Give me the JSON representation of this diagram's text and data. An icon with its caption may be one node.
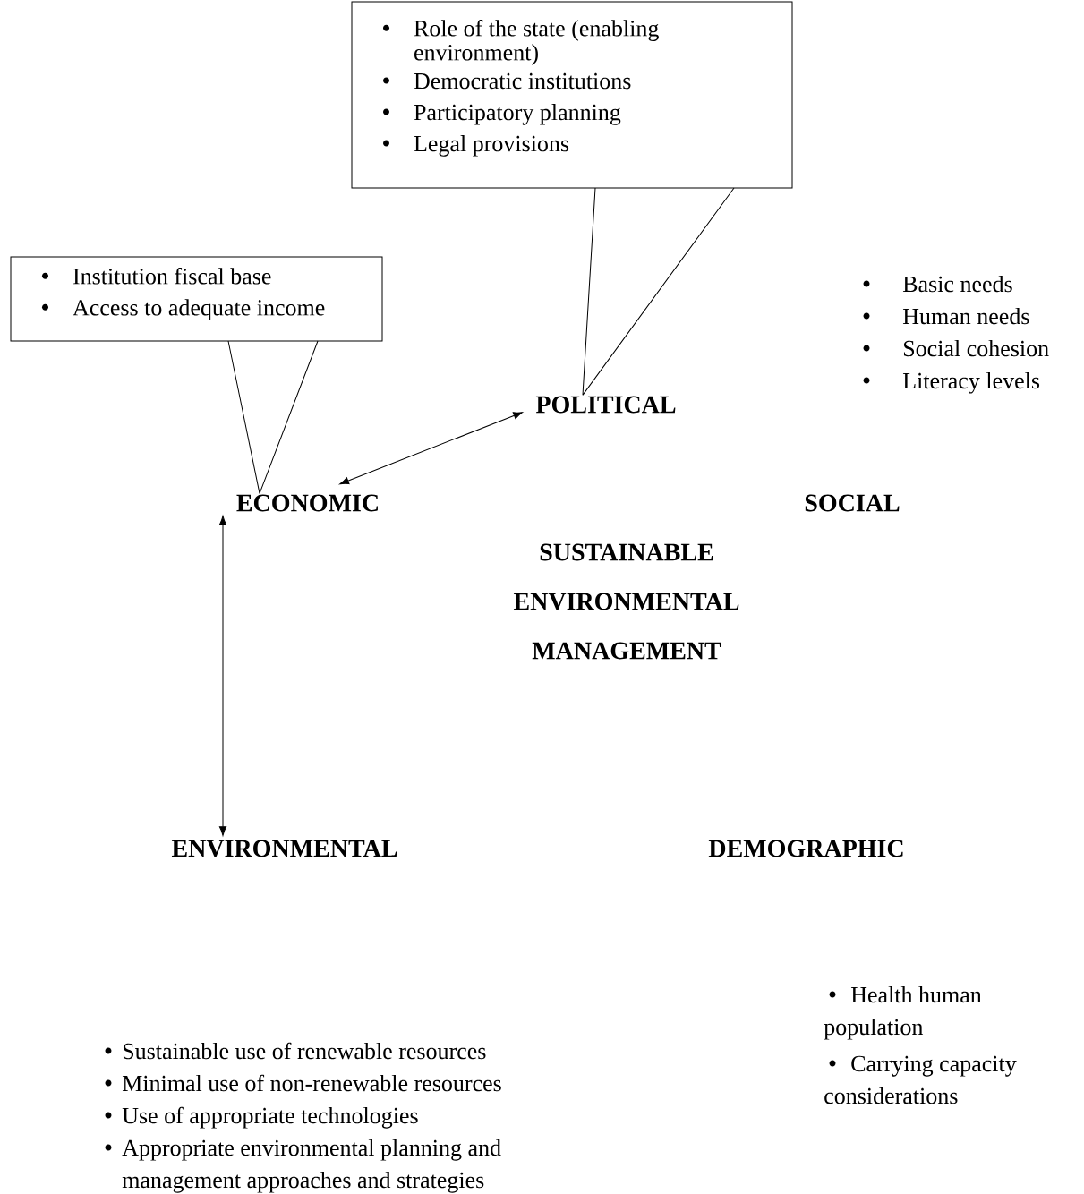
{
  "diagram": {
    "nodes": [
      {
        "text": [
          "Role of the state (enabling environment)",
          "Democratic institutions",
          "Participatory planning",
          "Legal provisions"
        ]
      },
      {
        "text": [
          "Institution fiscal base",
          "Access to adequate income"
        ]
      },
      {
        "text": [
          "POLITICAL"
        ]
      },
      {
        "text": [
          "ECONOMIC"
        ]
      },
      {
        "text": [
          "SOCIAL"
        ]
      },
      {
        "text": [
          "SUSTAINABLE ENVIRONMENTAL MANAGEMENT"
        ]
      },
      {
        "text": [
          "ENVIRONMENTAL"
        ]
      },
      {
        "text": [
          "DEMOGRAPHIC"
        ]
      }
    ],
    "edges": [
      {
        "from": 0,
        "to": 2,
        "arrow": "none"
      },
      {
        "from": 1,
        "to": 3,
        "arrow": "none"
      },
      {
        "from": 3,
        "to": 2,
        "arrow": "both"
      },
      {
        "from": 3,
        "to": 6,
        "arrow": "both"
      }
    ],
    "labels": [
      "Basic needs",
      "Human needs",
      "Social cohesion",
      "Literacy levels",
      "Health human population",
      "Carrying capacity considerations",
      "Sustainable use of renewable resources",
      "Minimal use of non-renewable resources",
      "Use of appropriate technologies",
      "Appropriate environmental planning and management approaches and strategies"
    ]
  }
}
